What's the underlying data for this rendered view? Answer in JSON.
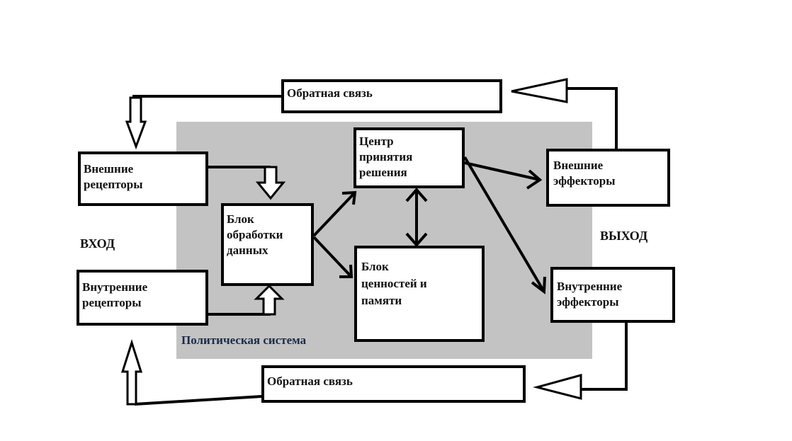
{
  "system_label": "Политическая система",
  "input_label": "ВХОД",
  "output_label": "ВЫХОД",
  "blocks": {
    "external_receptors": "Внешние\nрецепторы",
    "internal_receptors": "Внутренние\nрецепторы",
    "data_processing": "Блок\nобработки\nданных",
    "decision_center": "Центр\nпринятия\nрешения",
    "values_memory": "Блок\nценностей и\nпамяти",
    "external_effectors": "Внешние\nэффекторы",
    "internal_effectors": "Внутренние\nэффекторы",
    "feedback_top": "Обратная связь",
    "feedback_bottom": "Обратная связь"
  },
  "colors": {
    "panel": "#c3c3c3",
    "system_label": "#1a2a48",
    "stroke": "#000000"
  }
}
